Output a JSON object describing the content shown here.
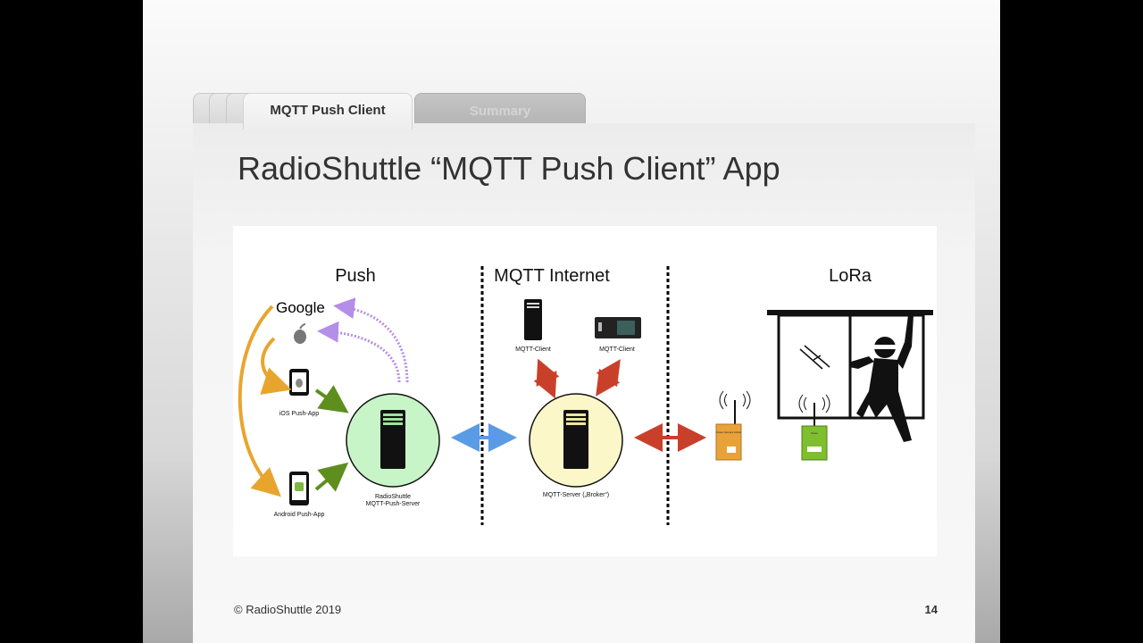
{
  "tabs": {
    "active": "MQTT Push Client",
    "next": "Summary"
  },
  "slide": {
    "title": "RadioShuttle “MQTT Push Client” App",
    "footer": "© RadioShuttle 2019",
    "page": "14"
  },
  "diagram": {
    "sections": {
      "push": "Push",
      "mqtt": "MQTT Internet",
      "lora": "LoRa"
    },
    "google_logo": "Google",
    "ios_app": "iOS Push-App",
    "android_app": "Android Push-App",
    "push_server_line1": "RadioShuttle",
    "push_server_line2": "MQTT-Push-Server",
    "mqtt_client_1": "MQTT-Client",
    "mqtt_client_2": "MQTT-Client",
    "broker": "MQTT-Server („Broker“)",
    "device_orange_label": "Close Camera Active",
    "device_green_label": "Close",
    "colors": {
      "push_circle": "#c8f5c8",
      "broker_circle": "#fbf7c8",
      "orange_arrow": "#e8a52e",
      "green_arrow": "#5e8f1e",
      "purple_arrow": "#b58ee8",
      "blue_arrow": "#5b9be5",
      "red_arrow": "#c9402a"
    }
  }
}
